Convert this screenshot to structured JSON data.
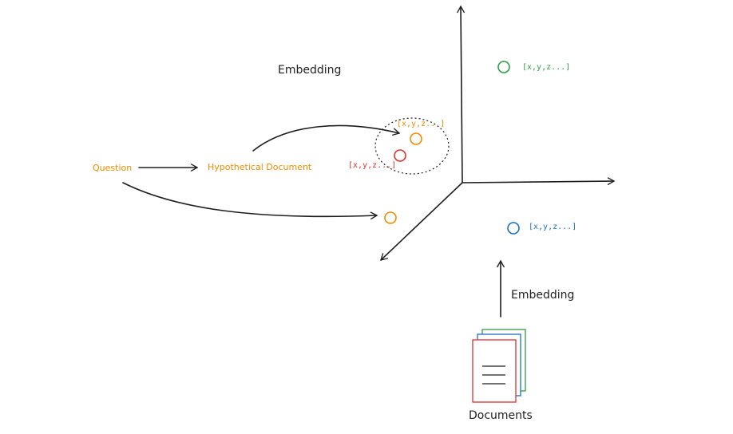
{
  "labels": {
    "embedding_top": "Embedding",
    "embedding_bottom": "Embedding",
    "question": "Question",
    "hypothetical_document": "Hypothetical Document",
    "documents": "Documents"
  },
  "vectors": {
    "green": "[x,y,z...]",
    "blue": "[x,y,z...]",
    "red": "[x,y,z...]",
    "orange": "[x,y,z...]"
  },
  "colors": {
    "ink": "#1e1e1e",
    "orange": "#f08c00",
    "red": "#e03131",
    "green": "#2f9e44",
    "blue": "#1971c2"
  },
  "icons": {
    "documents": "document-stack-icon"
  }
}
